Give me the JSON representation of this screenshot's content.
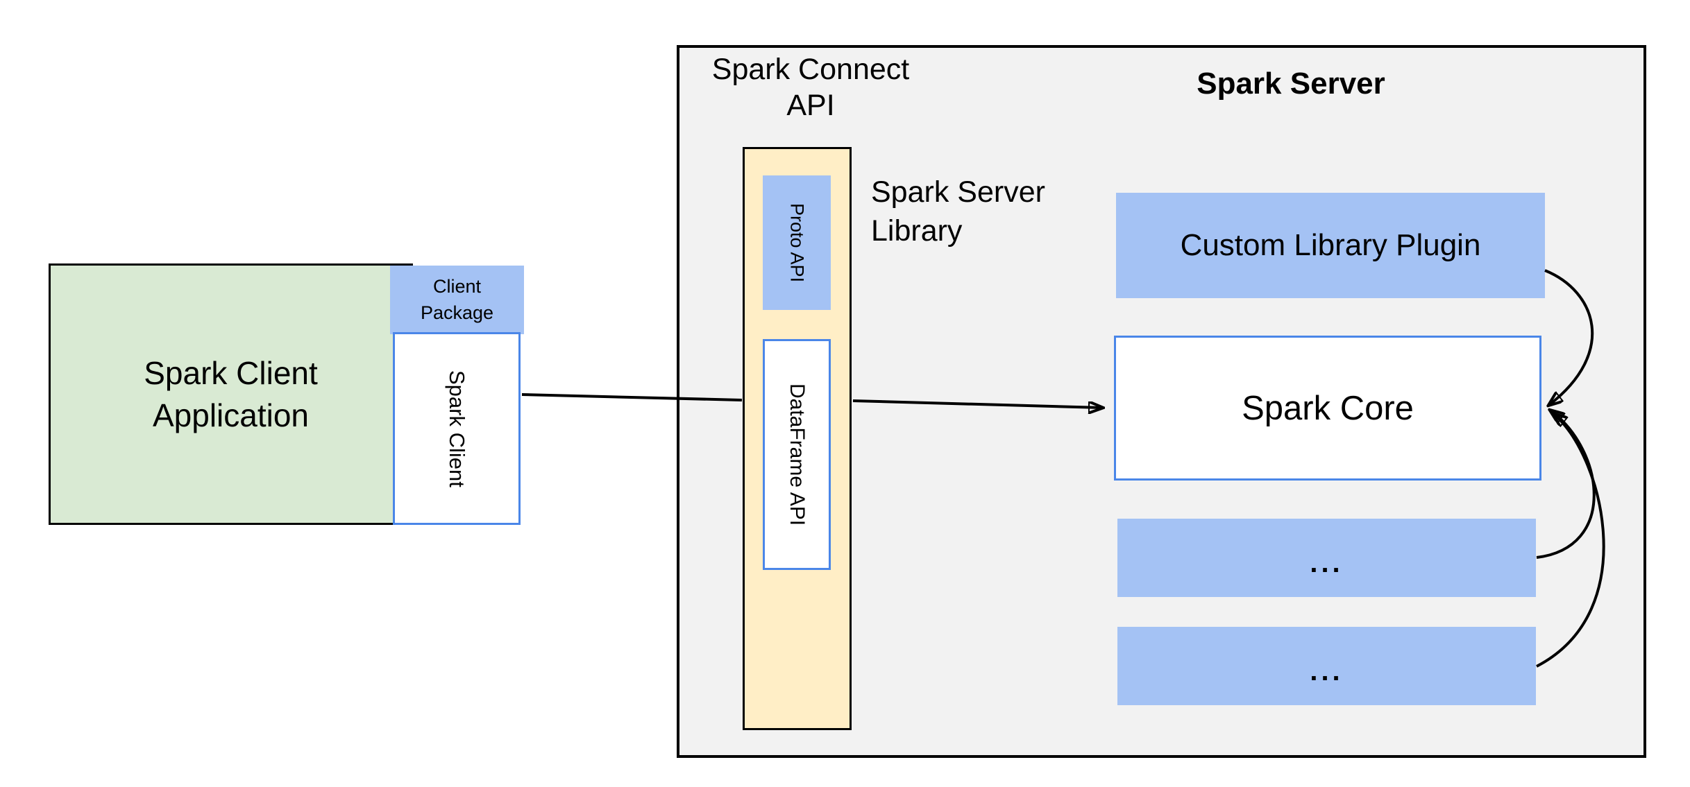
{
  "client": {
    "app_line1": "Spark Client",
    "app_line2": "Application",
    "package_line1": "Client",
    "package_line2": "Package",
    "spark_client_label": "Spark Client"
  },
  "connect": {
    "title_line1": "Spark Connect",
    "title_line2": "API",
    "proto_api_label": "Proto API",
    "dataframe_api_label": "DataFrame API",
    "library_label_line1": "Spark Server",
    "library_label_line2": "Library"
  },
  "server": {
    "title": "Spark Server",
    "plugin_label": "Custom Library Plugin",
    "core_label": "Spark Core",
    "slot1_label": "...",
    "slot2_label": "..."
  },
  "colors": {
    "green_fill": "#d9ead3",
    "blue_fill": "#a4c2f4",
    "blue_border": "#4a86e8",
    "yellow_fill": "#ffeec6",
    "gray_fill": "#f2f2f2",
    "arrow": "#000000",
    "text": "#000000"
  }
}
